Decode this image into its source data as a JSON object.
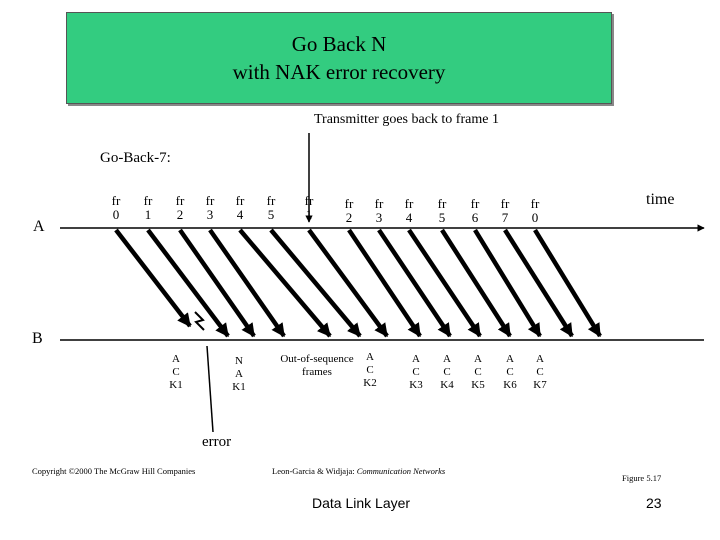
{
  "title": {
    "line1": "Go Back N",
    "line2": "with NAK error recovery"
  },
  "note": "Transmitter goes back to frame 1",
  "protocol_label": "Go-Back-7:",
  "station_a": "A",
  "station_b": "B",
  "time_label": "time",
  "frames": [
    {
      "line1": "fr",
      "line2": "0"
    },
    {
      "line1": "fr",
      "line2": "1"
    },
    {
      "line1": "fr",
      "line2": "2"
    },
    {
      "line1": "fr",
      "line2": "3"
    },
    {
      "line1": "fr",
      "line2": "4"
    },
    {
      "line1": "fr",
      "line2": "5"
    },
    {
      "line1": "fr",
      "line2": "1"
    },
    {
      "line1": "fr",
      "line2": "2"
    },
    {
      "line1": "fr",
      "line2": "3"
    },
    {
      "line1": "fr",
      "line2": "4"
    },
    {
      "line1": "fr",
      "line2": "5"
    },
    {
      "line1": "fr",
      "line2": "6"
    },
    {
      "line1": "fr",
      "line2": "7"
    },
    {
      "line1": "fr",
      "line2": "0"
    }
  ],
  "responses": [
    {
      "text": "ACK1"
    },
    {
      "text": "NAK1"
    },
    {
      "text": "ACK2"
    },
    {
      "text": "ACK3"
    },
    {
      "text": "ACK4"
    },
    {
      "text": "ACK5"
    },
    {
      "text": "ACK6"
    },
    {
      "text": "ACK7"
    }
  ],
  "out_of_sequence": {
    "line1": "Out-of-sequence",
    "line2": "frames"
  },
  "error_label": "error",
  "copyright": "Copyright ©2000 The McGraw Hill Companies",
  "authors": "Leon-Garcia & Widjaja:",
  "book": "Communication Networks",
  "figure": "Figure 5.17",
  "footer_title": "Data Link Layer",
  "page_number": "23"
}
